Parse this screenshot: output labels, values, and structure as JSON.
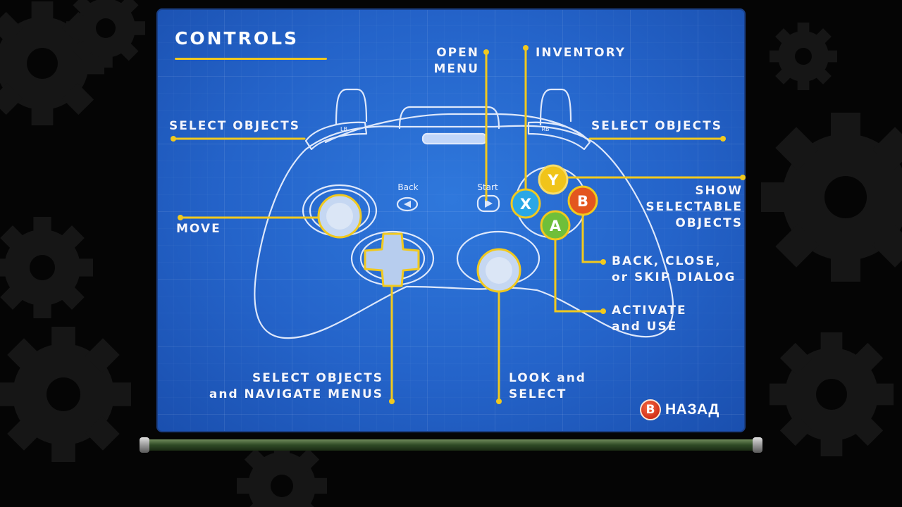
{
  "screen": {
    "title": "CONTROLS",
    "back_hint": {
      "button_icon": "B",
      "label": "НАЗАД"
    }
  },
  "controller": {
    "back_label": "Back",
    "start_label": "Start",
    "lb_label": "LB",
    "rb_label": "RB",
    "buttons": {
      "x": "X",
      "y": "Y",
      "a": "A",
      "b": "B"
    }
  },
  "callouts": {
    "open_menu": [
      "OPEN",
      "MENU"
    ],
    "inventory": [
      "INVENTORY"
    ],
    "select_objects_left": [
      "SELECT OBJECTS"
    ],
    "select_objects_right": [
      "SELECT OBJECTS"
    ],
    "show_selectable": [
      "SHOW",
      "SELECTABLE",
      "OBJECTS"
    ],
    "move": [
      "MOVE"
    ],
    "back_close": [
      "BACK, CLOSE,",
      "or SKIP DIALOG"
    ],
    "activate": [
      "ACTIVATE",
      "and USE"
    ],
    "select_navigate": [
      "SELECT OBJECTS",
      "and NAVIGATE MENUS"
    ],
    "look_select": [
      "LOOK and",
      "SELECT"
    ]
  },
  "colors": {
    "blueprint": "#2463c9",
    "callout_line": "#f1c91e",
    "button_x": "#2aa7e6",
    "button_y": "#f0c41a",
    "button_a": "#6fbf3a",
    "button_b": "#e3561f"
  }
}
